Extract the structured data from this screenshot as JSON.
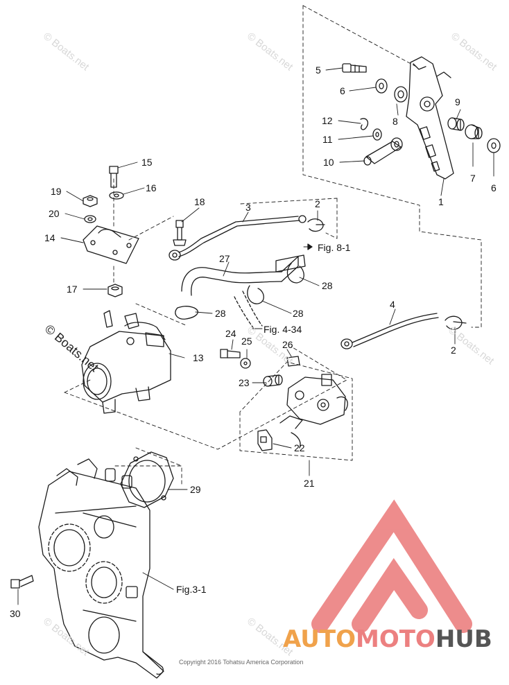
{
  "callouts": {
    "c1": "1",
    "c2a": "2",
    "c2b": "2",
    "c3": "3",
    "c4": "4",
    "c5": "5",
    "c6a": "6",
    "c6b": "6",
    "c7": "7",
    "c8": "8",
    "c9": "9",
    "c10": "10",
    "c11": "11",
    "c12": "12",
    "c13": "13",
    "c14": "14",
    "c15": "15",
    "c16": "16",
    "c17": "17",
    "c18": "18",
    "c19": "19",
    "c20": "20",
    "c21": "21",
    "c22": "22",
    "c23": "23",
    "c24": "24",
    "c25": "25",
    "c26": "26",
    "c27": "27",
    "c28a": "28",
    "c28b": "28",
    "c28c": "28",
    "c29": "29",
    "c30": "30"
  },
  "references": {
    "fig81": "Fig. 8-1",
    "fig434": "Fig. 4-34",
    "fig31": "Fig.3-1"
  },
  "watermark": {
    "text": "© Boats.net",
    "prominent": "© Boats.net"
  },
  "copyright": "Copyright 2016 Tohatsu America Corporation",
  "logo": {
    "part1": "AUTO",
    "part2": "MOTO",
    "part3": "HUB",
    "color_orange": "#f0a24b",
    "color_red": "#ec8080",
    "color_gray": "#555555"
  }
}
